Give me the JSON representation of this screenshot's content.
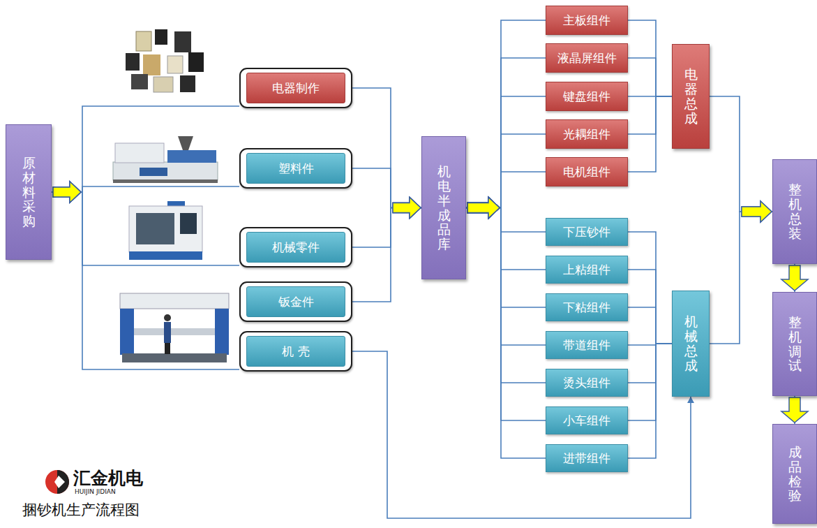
{
  "diagram": {
    "title": "捆钞机生产流程图",
    "nodes": [
      {
        "text": [
          "原材料采购"
        ]
      },
      {
        "text": [
          "电器制作"
        ]
      },
      {
        "text": [
          "塑料件"
        ]
      },
      {
        "text": [
          "机械零件"
        ]
      },
      {
        "text": [
          "钣金件"
        ]
      },
      {
        "text": [
          "机 壳"
        ]
      },
      {
        "text": [
          "机电半成品库"
        ]
      },
      {
        "text": [
          "主板组件"
        ]
      },
      {
        "text": [
          "液晶屏组件"
        ]
      },
      {
        "text": [
          "键盘组件"
        ]
      },
      {
        "text": [
          "光耦组件"
        ]
      },
      {
        "text": [
          "电机组件"
        ]
      },
      {
        "text": [
          "电器总成"
        ]
      },
      {
        "text": [
          "下压钞件"
        ]
      },
      {
        "text": [
          "上粘组件"
        ]
      },
      {
        "text": [
          "下粘组件"
        ]
      },
      {
        "text": [
          "带道组件"
        ]
      },
      {
        "text": [
          "烫头组件"
        ]
      },
      {
        "text": [
          "小车组件"
        ]
      },
      {
        "text": [
          "进带组件"
        ]
      },
      {
        "text": [
          "机械总成"
        ]
      },
      {
        "text": [
          "整机总装"
        ]
      },
      {
        "text": [
          "整机调试"
        ]
      },
      {
        "text": [
          "成品检验"
        ]
      }
    ],
    "edges": [
      {
        "from": 0,
        "to": 1,
        "arrow": "to"
      },
      {
        "from": 0,
        "to": 2,
        "arrow": "to"
      },
      {
        "from": 0,
        "to": 3,
        "arrow": "to"
      },
      {
        "from": 0,
        "to": 5,
        "arrow": "to"
      },
      {
        "from": 1,
        "to": 6,
        "arrow": "to"
      },
      {
        "from": 2,
        "to": 6,
        "arrow": "to"
      },
      {
        "from": 3,
        "to": 6,
        "arrow": "to"
      },
      {
        "from": 4,
        "to": 6,
        "arrow": "to"
      },
      {
        "from": 5,
        "to": 20,
        "arrow": "to"
      },
      {
        "from": 6,
        "to": 7,
        "arrow": "to"
      },
      {
        "from": 6,
        "to": 8,
        "arrow": "to"
      },
      {
        "from": 6,
        "to": 9,
        "arrow": "to"
      },
      {
        "from": 6,
        "to": 10,
        "arrow": "to"
      },
      {
        "from": 6,
        "to": 11,
        "arrow": "to"
      },
      {
        "from": 6,
        "to": 13,
        "arrow": "to"
      },
      {
        "from": 6,
        "to": 14,
        "arrow": "to"
      },
      {
        "from": 6,
        "to": 15,
        "arrow": "to"
      },
      {
        "from": 6,
        "to": 16,
        "arrow": "to"
      },
      {
        "from": 6,
        "to": 17,
        "arrow": "to"
      },
      {
        "from": 6,
        "to": 18,
        "arrow": "to"
      },
      {
        "from": 6,
        "to": 19,
        "arrow": "to"
      },
      {
        "from": 7,
        "to": 12,
        "arrow": "none"
      },
      {
        "from": 8,
        "to": 12,
        "arrow": "none"
      },
      {
        "from": 9,
        "to": 12,
        "arrow": "none"
      },
      {
        "from": 10,
        "to": 12,
        "arrow": "none"
      },
      {
        "from": 11,
        "to": 12,
        "arrow": "none"
      },
      {
        "from": 13,
        "to": 20,
        "arrow": "none"
      },
      {
        "from": 14,
        "to": 20,
        "arrow": "none"
      },
      {
        "from": 15,
        "to": 20,
        "arrow": "none"
      },
      {
        "from": 16,
        "to": 20,
        "arrow": "none"
      },
      {
        "from": 17,
        "to": 20,
        "arrow": "none"
      },
      {
        "from": 18,
        "to": 20,
        "arrow": "none"
      },
      {
        "from": 19,
        "to": 20,
        "arrow": "none"
      },
      {
        "from": 12,
        "to": 21,
        "arrow": "to"
      },
      {
        "from": 20,
        "to": 21,
        "arrow": "to"
      },
      {
        "from": 21,
        "to": 22,
        "arrow": "to"
      },
      {
        "from": 22,
        "to": 23,
        "arrow": "to"
      }
    ],
    "labels": [
      "汇金机电",
      "HUIJIN JIDIAN"
    ]
  }
}
